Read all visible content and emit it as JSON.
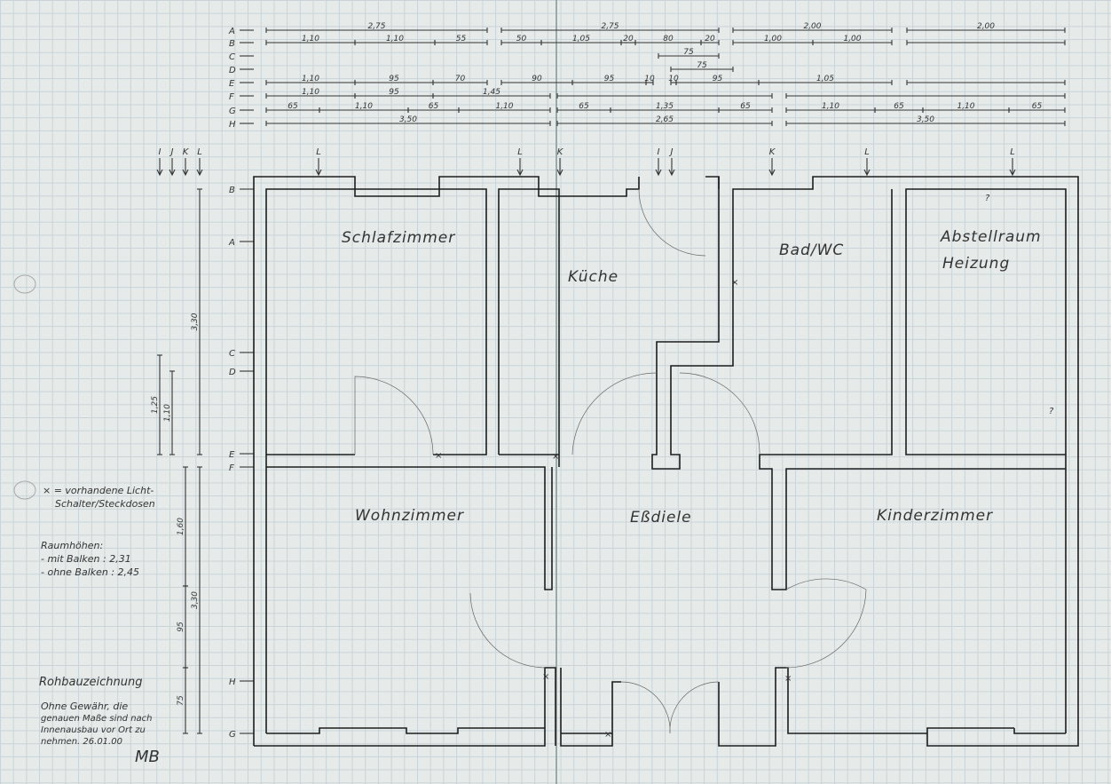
{
  "row_labels": [
    "A",
    "B",
    "C",
    "D",
    "E",
    "F",
    "G",
    "H"
  ],
  "axis_marks": {
    "I": "I",
    "J": "J",
    "K": "K",
    "L": "L"
  },
  "dims": {
    "A": [
      "2,75",
      "2,75",
      "2,00",
      "2,00"
    ],
    "B": [
      "1,10",
      "1,10",
      "55",
      "50",
      "1,05",
      "20",
      "80",
      "20",
      "1,00",
      "1,00",
      ""
    ],
    "C": [
      "75"
    ],
    "D": [
      "75"
    ],
    "E": [
      "1,10",
      "95",
      "70",
      "90",
      "95",
      "10",
      "10",
      "95",
      "1,05",
      ""
    ],
    "F": [
      "1,10",
      "95",
      "1,45",
      "",
      ""
    ],
    "G": [
      "65",
      "1,10",
      "65",
      "1,10",
      "65",
      "1,35",
      "65",
      "1,10",
      "65",
      "1,10",
      "65"
    ],
    "H": [
      "3,50",
      "2,65",
      "3,50"
    ]
  },
  "vdims": {
    "upper_total": "3,30",
    "upper_a": "1,25",
    "upper_b": "1,10",
    "lower_a": "1,60",
    "lower_b": "95",
    "lower_c": "75",
    "lower_total": "3,30"
  },
  "rooms": {
    "schlafzimmer": "Schlafzimmer",
    "kueche": "Küche",
    "bad": "Bad/WC",
    "abstell": "Abstellraum",
    "heizung": "Heizung",
    "wohnzimmer": "Wohnzimmer",
    "essdiele": "Eßdiele",
    "kinderzimmer": "Kinderzimmer",
    "q1": "?",
    "q2": "?"
  },
  "notes": {
    "legend1": "× = vorhandene Licht-",
    "legend2": "Schalter/Steckdosen",
    "heights_title": "Raumhöhen:",
    "heights_1": "- mit Balken : 2,31",
    "heights_2": "- ohne Balken : 2,45",
    "title": "Rohbauzeichnung",
    "disclaimer1": "Ohne Gewähr, die",
    "disclaimer2": "genauen Maße sind nach",
    "disclaimer3": "Innenausbau vor Ort zu",
    "disclaimer4": "nehmen.   26.01.00",
    "signature": "MB"
  }
}
